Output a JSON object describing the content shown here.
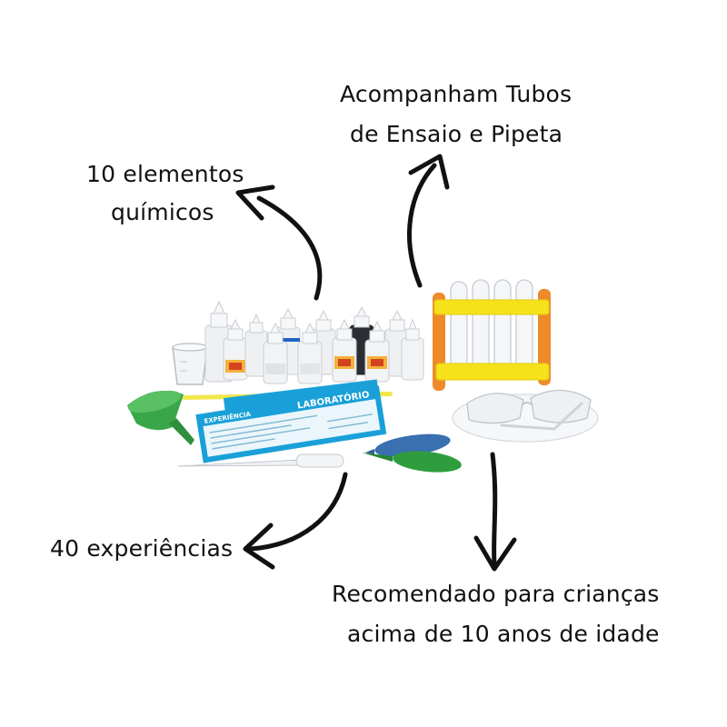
{
  "captions": {
    "tubes": {
      "line1": "Acompanham Tubos",
      "line2": "de Ensaio e Pipeta"
    },
    "elements": {
      "line1": "10 elementos",
      "line2": "químicos"
    },
    "experiences": {
      "line1": "40 experiências"
    },
    "recommended": {
      "line1": "Recomendado para crianças",
      "line2": "acima de 10 anos de idade"
    }
  },
  "product": {
    "card_title": "LABORATÓRIO",
    "card_badge": "EXPERIÊNCIA",
    "kit_items": [
      "measuring-cup",
      "dropper-bottles",
      "test-tube-rack",
      "test-tubes",
      "funnel",
      "instruction-cards",
      "stirring-stick",
      "pipette",
      "balloons",
      "safety-goggles"
    ]
  },
  "colors": {
    "background": "#ffffff",
    "ink": "#111111",
    "rack_yellow": "#f5e21b",
    "rack_orange": "#ef8a2b",
    "funnel_green": "#3aa64a",
    "card_blue": "#1aa0d8",
    "balloon_blue": "#3a6fb0",
    "balloon_green": "#2f9d3e"
  }
}
